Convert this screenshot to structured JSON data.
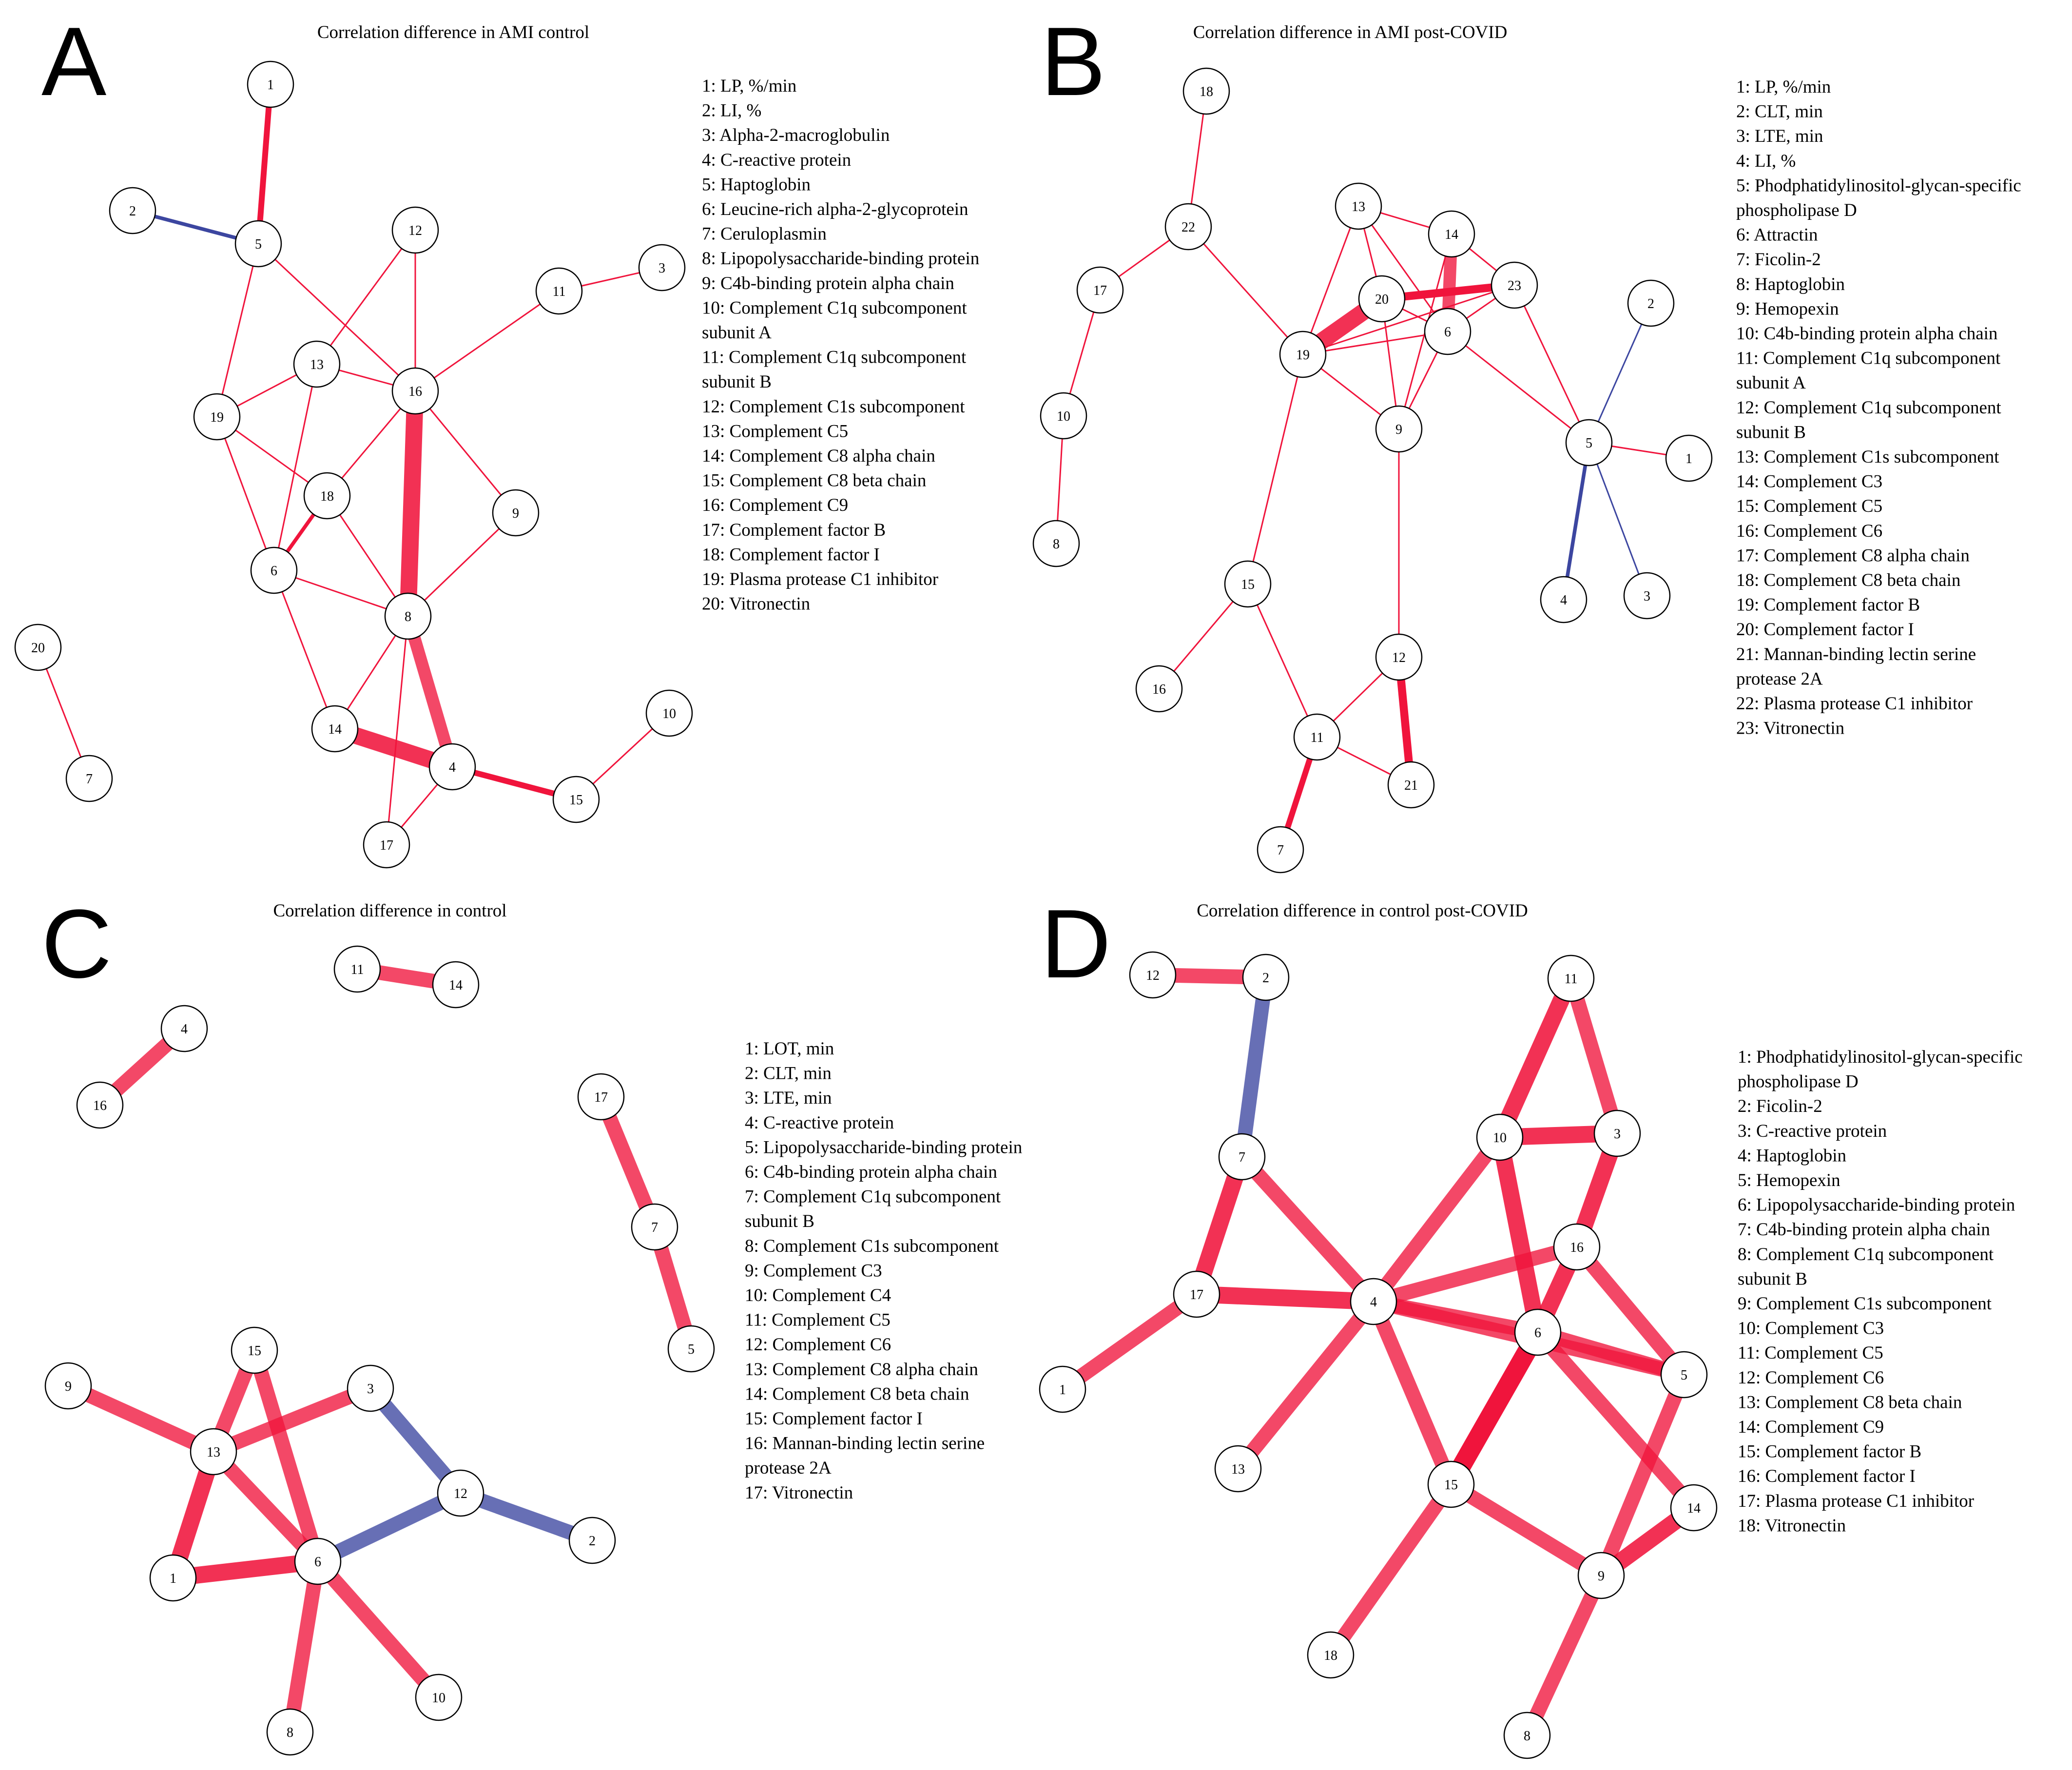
{
  "colors": {
    "positive": "#f0143c",
    "negative": "#3c46a0",
    "node_fill": "#ffffff",
    "node_stroke": "#000000"
  },
  "panels": [
    {
      "id": "A",
      "letter": "A",
      "title": "Correlation difference in AMI control",
      "legend": [
        "1: LP, %/min",
        "2: LI, %",
        "3: Alpha-2-macroglobulin",
        "4: C-reactive protein",
        "5: Haptoglobin",
        "6: Leucine-rich alpha-2-glycoprotein",
        "7: Ceruloplasmin",
        "8: Lipopolysaccharide-binding protein",
        "9: C4b-binding protein alpha chain",
        "10: Complement C1q subcomponent",
        "subunit A",
        "11: Complement C1q subcomponent",
        "subunit B",
        "12: Complement C1s subcomponent",
        "13: Complement C5",
        "14: Complement C8 alpha chain",
        "15: Complement C8 beta chain",
        "16: Complement C9",
        "17: Complement factor B",
        "18: Complement factor I",
        "19: Plasma protease C1 inhibitor",
        "20: Vitronectin"
      ],
      "nodes": [
        "1",
        "2",
        "3",
        "4",
        "5",
        "6",
        "7",
        "8",
        "9",
        "10",
        "11",
        "12",
        "13",
        "14",
        "15",
        "16",
        "17",
        "18",
        "19",
        "20"
      ],
      "edges": [
        {
          "from": "1",
          "to": "5",
          "sign": "positive",
          "strength": 3
        },
        {
          "from": "2",
          "to": "5",
          "sign": "negative",
          "strength": 2
        },
        {
          "from": "5",
          "to": "19",
          "sign": "positive",
          "strength": 1
        },
        {
          "from": "5",
          "to": "16",
          "sign": "positive",
          "strength": 1
        },
        {
          "from": "12",
          "to": "16",
          "sign": "positive",
          "strength": 1
        },
        {
          "from": "12",
          "to": "13",
          "sign": "positive",
          "strength": 1
        },
        {
          "from": "11",
          "to": "16",
          "sign": "positive",
          "strength": 1
        },
        {
          "from": "11",
          "to": "3",
          "sign": "positive",
          "strength": 1
        },
        {
          "from": "13",
          "to": "16",
          "sign": "positive",
          "strength": 1
        },
        {
          "from": "13",
          "to": "19",
          "sign": "positive",
          "strength": 1
        },
        {
          "from": "13",
          "to": "6",
          "sign": "positive",
          "strength": 1
        },
        {
          "from": "19",
          "to": "18",
          "sign": "positive",
          "strength": 1
        },
        {
          "from": "19",
          "to": "6",
          "sign": "positive",
          "strength": 1
        },
        {
          "from": "16",
          "to": "18",
          "sign": "positive",
          "strength": 1
        },
        {
          "from": "16",
          "to": "9",
          "sign": "positive",
          "strength": 1
        },
        {
          "from": "16",
          "to": "8",
          "sign": "positive",
          "strength": 8
        },
        {
          "from": "18",
          "to": "6",
          "sign": "positive",
          "strength": 2
        },
        {
          "from": "18",
          "to": "8",
          "sign": "positive",
          "strength": 1
        },
        {
          "from": "6",
          "to": "8",
          "sign": "positive",
          "strength": 1
        },
        {
          "from": "6",
          "to": "14",
          "sign": "positive",
          "strength": 1
        },
        {
          "from": "9",
          "to": "8",
          "sign": "positive",
          "strength": 1
        },
        {
          "from": "8",
          "to": "14",
          "sign": "positive",
          "strength": 1
        },
        {
          "from": "8",
          "to": "4",
          "sign": "positive",
          "strength": 6
        },
        {
          "from": "8",
          "to": "17",
          "sign": "positive",
          "strength": 1
        },
        {
          "from": "14",
          "to": "4",
          "sign": "positive",
          "strength": 8
        },
        {
          "from": "4",
          "to": "17",
          "sign": "positive",
          "strength": 1
        },
        {
          "from": "4",
          "to": "15",
          "sign": "positive",
          "strength": 3
        },
        {
          "from": "15",
          "to": "10",
          "sign": "positive",
          "strength": 1
        },
        {
          "from": "20",
          "to": "7",
          "sign": "positive",
          "strength": 1
        }
      ]
    },
    {
      "id": "B",
      "letter": "B",
      "title": "Correlation difference in AMI post-COVID",
      "legend": [
        "1: LP, %/min",
        "2: CLT, min",
        "3: LTE, min",
        "4: LI, %",
        "5: Phodphatidylinositol-glycan-specific",
        "phospholipase D",
        "6: Attractin",
        "7: Ficolin-2",
        "8: Haptoglobin",
        "9: Hemopexin",
        "10: C4b-binding protein alpha chain",
        "11: Complement C1q subcomponent",
        "subunit A",
        "12: Complement C1q subcomponent",
        "subunit B",
        "13: Complement C1s subcomponent",
        "14: Complement C3",
        "15: Complement C5",
        "16: Complement C6",
        "17: Complement C8 alpha chain",
        "18: Complement C8 beta chain",
        "19: Complement factor B",
        "20: Complement factor I",
        "21: Mannan-binding lectin serine",
        "protease 2A",
        "22: Plasma protease C1 inhibitor",
        "23: Vitronectin"
      ],
      "nodes": [
        "1",
        "2",
        "3",
        "4",
        "5",
        "6",
        "7",
        "8",
        "9",
        "10",
        "11",
        "12",
        "13",
        "14",
        "15",
        "16",
        "17",
        "18",
        "19",
        "20",
        "21",
        "22",
        "23"
      ],
      "edges": [
        {
          "from": "18",
          "to": "22",
          "sign": "positive",
          "strength": 1
        },
        {
          "from": "22",
          "to": "17",
          "sign": "positive",
          "strength": 1
        },
        {
          "from": "22",
          "to": "19",
          "sign": "positive",
          "strength": 1
        },
        {
          "from": "17",
          "to": "10",
          "sign": "positive",
          "strength": 1
        },
        {
          "from": "10",
          "to": "8",
          "sign": "positive",
          "strength": 1
        },
        {
          "from": "13",
          "to": "14",
          "sign": "positive",
          "strength": 1
        },
        {
          "from": "13",
          "to": "20",
          "sign": "positive",
          "strength": 1
        },
        {
          "from": "13",
          "to": "19",
          "sign": "positive",
          "strength": 1
        },
        {
          "from": "13",
          "to": "6",
          "sign": "positive",
          "strength": 1
        },
        {
          "from": "14",
          "to": "6",
          "sign": "positive",
          "strength": 6
        },
        {
          "from": "14",
          "to": "23",
          "sign": "positive",
          "strength": 1
        },
        {
          "from": "14",
          "to": "9",
          "sign": "positive",
          "strength": 1
        },
        {
          "from": "20",
          "to": "23",
          "sign": "positive",
          "strength": 4
        },
        {
          "from": "20",
          "to": "19",
          "sign": "positive",
          "strength": 8
        },
        {
          "from": "20",
          "to": "6",
          "sign": "positive",
          "strength": 1
        },
        {
          "from": "20",
          "to": "9",
          "sign": "positive",
          "strength": 1
        },
        {
          "from": "23",
          "to": "6",
          "sign": "positive",
          "strength": 1
        },
        {
          "from": "23",
          "to": "19",
          "sign": "positive",
          "strength": 1
        },
        {
          "from": "23",
          "to": "5",
          "sign": "positive",
          "strength": 1
        },
        {
          "from": "19",
          "to": "6",
          "sign": "positive",
          "strength": 1
        },
        {
          "from": "19",
          "to": "9",
          "sign": "positive",
          "strength": 1
        },
        {
          "from": "19",
          "to": "15",
          "sign": "positive",
          "strength": 1
        },
        {
          "from": "6",
          "to": "9",
          "sign": "positive",
          "strength": 1
        },
        {
          "from": "6",
          "to": "5",
          "sign": "positive",
          "strength": 1
        },
        {
          "from": "9",
          "to": "12",
          "sign": "positive",
          "strength": 1
        },
        {
          "from": "2",
          "to": "5",
          "sign": "negative",
          "strength": 1
        },
        {
          "from": "5",
          "to": "1",
          "sign": "positive",
          "strength": 1
        },
        {
          "from": "5",
          "to": "4",
          "sign": "negative",
          "strength": 2
        },
        {
          "from": "5",
          "to": "3",
          "sign": "negative",
          "strength": 1
        },
        {
          "from": "15",
          "to": "16",
          "sign": "positive",
          "strength": 1
        },
        {
          "from": "15",
          "to": "11",
          "sign": "positive",
          "strength": 1
        },
        {
          "from": "12",
          "to": "11",
          "sign": "positive",
          "strength": 1
        },
        {
          "from": "12",
          "to": "21",
          "sign": "positive",
          "strength": 4
        },
        {
          "from": "11",
          "to": "21",
          "sign": "positive",
          "strength": 1
        },
        {
          "from": "11",
          "to": "7",
          "sign": "positive",
          "strength": 3
        }
      ]
    },
    {
      "id": "C",
      "letter": "C",
      "title": "Correlation difference in control",
      "legend": [
        "1: LOT, min",
        "2: CLT, min",
        "3: LTE, min",
        "4: C-reactive protein",
        "5: Lipopolysaccharide-binding protein",
        "6: C4b-binding protein alpha chain",
        "7: Complement C1q subcomponent",
        "subunit B",
        "8: Complement C1s subcomponent",
        "9: Complement C3",
        "10: Complement C4",
        "11: Complement C5",
        "12: Complement C6",
        "13: Complement C8 alpha chain",
        "14: Complement C8 beta chain",
        "15: Complement factor I",
        "16: Mannan-binding lectin serine",
        "protease 2A",
        "17: Vitronectin"
      ],
      "nodes": [
        "1",
        "2",
        "3",
        "4",
        "5",
        "6",
        "7",
        "8",
        "9",
        "10",
        "11",
        "12",
        "13",
        "14",
        "15",
        "16",
        "17"
      ],
      "edges": [
        {
          "from": "11",
          "to": "14",
          "sign": "positive",
          "strength": 7
        },
        {
          "from": "4",
          "to": "16",
          "sign": "positive",
          "strength": 7
        },
        {
          "from": "17",
          "to": "7",
          "sign": "positive",
          "strength": 7
        },
        {
          "from": "7",
          "to": "5",
          "sign": "positive",
          "strength": 7
        },
        {
          "from": "9",
          "to": "13",
          "sign": "positive",
          "strength": 7
        },
        {
          "from": "15",
          "to": "13",
          "sign": "positive",
          "strength": 7
        },
        {
          "from": "15",
          "to": "6",
          "sign": "positive",
          "strength": 7
        },
        {
          "from": "13",
          "to": "3",
          "sign": "positive",
          "strength": 7
        },
        {
          "from": "13",
          "to": "1",
          "sign": "positive",
          "strength": 8
        },
        {
          "from": "13",
          "to": "6",
          "sign": "positive",
          "strength": 7
        },
        {
          "from": "3",
          "to": "12",
          "sign": "negative",
          "strength": 7
        },
        {
          "from": "12",
          "to": "6",
          "sign": "negative",
          "strength": 7
        },
        {
          "from": "12",
          "to": "2",
          "sign": "negative",
          "strength": 7
        },
        {
          "from": "1",
          "to": "6",
          "sign": "positive",
          "strength": 8
        },
        {
          "from": "6",
          "to": "8",
          "sign": "positive",
          "strength": 7
        },
        {
          "from": "6",
          "to": "10",
          "sign": "positive",
          "strength": 7
        }
      ]
    },
    {
      "id": "D",
      "letter": "D",
      "title": "Correlation difference in control post-COVID",
      "legend": [
        "1: Phodphatidylinositol-glycan-specific",
        "phospholipase D",
        "2: Ficolin-2",
        "3: C-reactive protein",
        "4: Haptoglobin",
        "5: Hemopexin",
        "6: Lipopolysaccharide-binding protein",
        "7: C4b-binding protein alpha chain",
        "8: Complement C1q subcomponent",
        "subunit B",
        "9: Complement C1s subcomponent",
        "10: Complement C3",
        "11: Complement C5",
        "12: Complement C6",
        "13: Complement C8 beta chain",
        "14: Complement C9",
        "15: Complement factor B",
        "16: Complement factor I",
        "17: Plasma protease C1 inhibitor",
        "18: Vitronectin"
      ],
      "nodes": [
        "1",
        "2",
        "3",
        "4",
        "5",
        "6",
        "7",
        "8",
        "9",
        "10",
        "11",
        "12",
        "13",
        "14",
        "15",
        "16",
        "17",
        "18"
      ],
      "edges": [
        {
          "from": "12",
          "to": "2",
          "sign": "positive",
          "strength": 7
        },
        {
          "from": "2",
          "to": "7",
          "sign": "negative",
          "strength": 7
        },
        {
          "from": "7",
          "to": "17",
          "sign": "positive",
          "strength": 8
        },
        {
          "from": "7",
          "to": "4",
          "sign": "positive",
          "strength": 7
        },
        {
          "from": "17",
          "to": "4",
          "sign": "positive",
          "strength": 8
        },
        {
          "from": "17",
          "to": "1",
          "sign": "positive",
          "strength": 7
        },
        {
          "from": "11",
          "to": "10",
          "sign": "positive",
          "strength": 8
        },
        {
          "from": "11",
          "to": "3",
          "sign": "positive",
          "strength": 7
        },
        {
          "from": "10",
          "to": "3",
          "sign": "positive",
          "strength": 8
        },
        {
          "from": "10",
          "to": "4",
          "sign": "positive",
          "strength": 7
        },
        {
          "from": "10",
          "to": "6",
          "sign": "positive",
          "strength": 8
        },
        {
          "from": "3",
          "to": "16",
          "sign": "positive",
          "strength": 8
        },
        {
          "from": "4",
          "to": "16",
          "sign": "positive",
          "strength": 7
        },
        {
          "from": "4",
          "to": "6",
          "sign": "positive",
          "strength": 7
        },
        {
          "from": "4",
          "to": "5",
          "sign": "positive",
          "strength": 7
        },
        {
          "from": "4",
          "to": "13",
          "sign": "positive",
          "strength": 7
        },
        {
          "from": "4",
          "to": "15",
          "sign": "positive",
          "strength": 7
        },
        {
          "from": "16",
          "to": "6",
          "sign": "positive",
          "strength": 8
        },
        {
          "from": "16",
          "to": "5",
          "sign": "positive",
          "strength": 7
        },
        {
          "from": "6",
          "to": "5",
          "sign": "positive",
          "strength": 7
        },
        {
          "from": "6",
          "to": "15",
          "sign": "positive",
          "strength": 9
        },
        {
          "from": "6",
          "to": "14",
          "sign": "positive",
          "strength": 7
        },
        {
          "from": "5",
          "to": "9",
          "sign": "positive",
          "strength": 7
        },
        {
          "from": "15",
          "to": "9",
          "sign": "positive",
          "strength": 7
        },
        {
          "from": "15",
          "to": "18",
          "sign": "positive",
          "strength": 7
        },
        {
          "from": "14",
          "to": "9",
          "sign": "positive",
          "strength": 8
        },
        {
          "from": "9",
          "to": "8",
          "sign": "positive",
          "strength": 7
        }
      ]
    }
  ]
}
